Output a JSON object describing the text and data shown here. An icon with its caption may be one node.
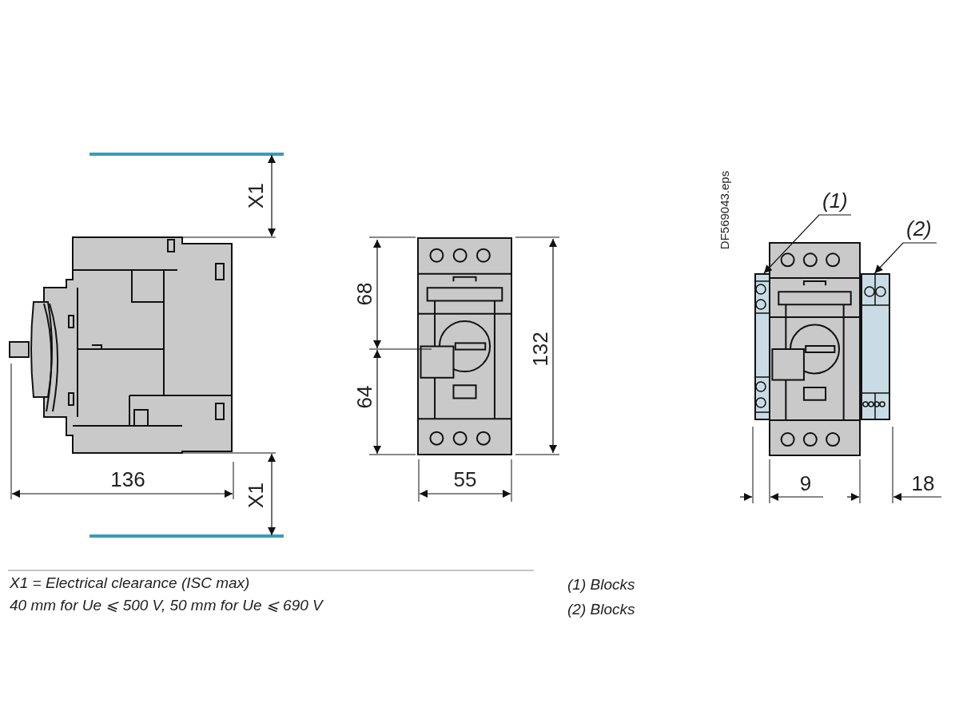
{
  "diagram": {
    "nodes": [
      {
        "text": [
          "(1)"
        ]
      },
      {
        "text": [],
        "shape": "box"
      },
      {
        "text": [
          "(2)"
        ]
      },
      {
        "text": [],
        "shape": "box"
      }
    ],
    "edges": [
      {
        "from": 0,
        "to": 1,
        "arrow": "to"
      },
      {
        "from": 2,
        "to": 3,
        "arrow": "to"
      }
    ],
    "labels": [
      "X1",
      "X1",
      "136",
      "68",
      "64",
      "132",
      "55",
      "DF569043.eps",
      "9",
      "18",
      "X1 = Electrical clearance (ISC max)",
      "40 mm for Ue ⩽ 500 V, 50 mm for Ue ⩽ 690 V",
      "(1) Blocks",
      "(2) Blocks"
    ]
  }
}
